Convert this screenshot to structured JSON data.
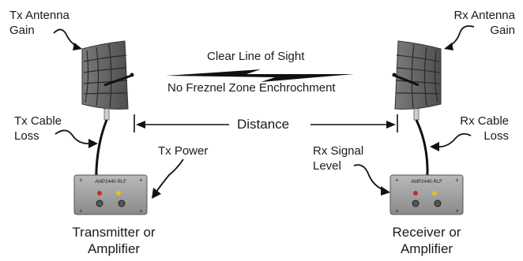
{
  "labels": {
    "tx_antenna_gain": [
      "Tx Antenna",
      "Gain"
    ],
    "rx_antenna_gain": [
      "Rx Antenna",
      "Gain"
    ],
    "line_of_sight": "Clear Line of Sight",
    "fresnel": "No Freznel Zone Enchrochment",
    "distance": "Distance",
    "tx_cable_loss": [
      "Tx Cable",
      "Loss"
    ],
    "rx_cable_loss": [
      "Rx Cable",
      "Loss"
    ],
    "tx_power": "Tx Power",
    "rx_signal_level": [
      "Rx Signal",
      "Level"
    ],
    "transmitter": [
      "Transmitter or",
      "Amplifier"
    ],
    "receiver": [
      "Receiver or",
      "Amplifier"
    ]
  },
  "devices": {
    "tx_model": "AMP2440-RLF",
    "rx_model": "AMP2440-RLF"
  },
  "colors": {
    "antenna": "#6b6b6b",
    "box": "#9a9a9a",
    "led_red": "#cc2a2a",
    "led_yellow": "#e0c21a",
    "ink": "#111111"
  }
}
